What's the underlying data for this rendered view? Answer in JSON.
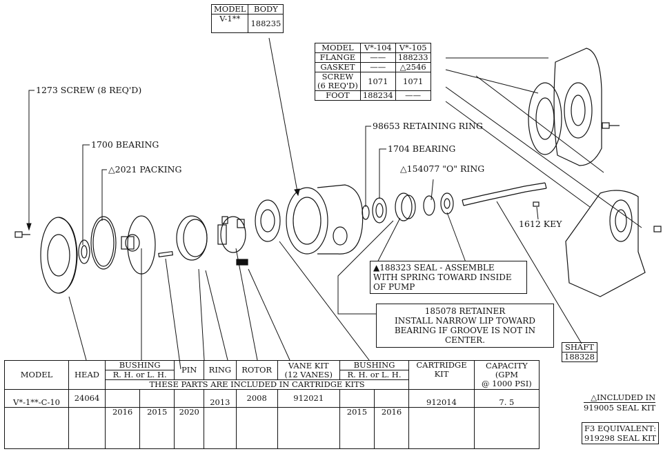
{
  "model_body_table": {
    "h_model": "MODEL",
    "h_body": "BODY",
    "model": "V-1**",
    "body": "188235"
  },
  "flange_table": {
    "headers": [
      "MODEL",
      "V*-104",
      "V*-105"
    ],
    "rows": [
      {
        "label": "FLANGE",
        "v104": "——",
        "v105": "188233"
      },
      {
        "label": "GASKET",
        "v104": "——",
        "v105": "△2546"
      },
      {
        "label_1": "SCREW",
        "label_2": "(6 REQ'D)",
        "v104": "1071",
        "v105": "1071"
      },
      {
        "label": "FOOT",
        "v104": "188234",
        "v105": "——"
      }
    ]
  },
  "callouts": {
    "screw": "1273 SCREW (8 REQ'D)",
    "bearing_1700": "1700 BEARING",
    "packing": "△2021 PACKING",
    "retaining_ring": "98653 RETAINING RING",
    "bearing_1704": "1704 BEARING",
    "o_ring": "△154077 \"O\" RING",
    "key": "1612 KEY"
  },
  "seal_note": {
    "line1": "▲188323 SEAL - ASSEMBLE",
    "line2": "WITH SPRING TOWARD INSIDE",
    "line3": "OF PUMP"
  },
  "retainer_note": {
    "line1": "185078 RETAINER",
    "line2": "INSTALL NARROW LIP TOWARD",
    "line3": "BEARING IF GROOVE IS NOT IN",
    "line4": "CENTER."
  },
  "shaft": {
    "label": "SHAFT",
    "part": "188328"
  },
  "parts_table": {
    "h_model": "MODEL",
    "h_head": "HEAD",
    "h_bushing": "BUSHING",
    "h_rh_lh": "R. H.  or  L. H.",
    "h_pin": "PIN",
    "h_ring": "RING",
    "h_rotor": "ROTOR",
    "h_vane_1": "VANE KIT",
    "h_vane_2": "(12 VANES)",
    "h_bushing_2": "BUSHING",
    "h_rh_lh_2": "R. H.  or  L. H.",
    "h_cart_1": "CARTRIDGE",
    "h_cart_2": "KIT",
    "h_cap_1": "CAPACITY",
    "h_cap_2": "(GPM",
    "h_cap_3": "@ 1000 PSI)",
    "included_note": "THESE PARTS ARE INCLUDED IN CARTRIDGE KITS",
    "model": "V*-1**-C-10",
    "head": "24064",
    "ring": "2013",
    "rotor": "2008",
    "vane_kit": "912021",
    "cartridge_kit": "912014",
    "capacity": "7. 5",
    "bushing_rh": "2016",
    "bushing_lh": "2015",
    "pin": "2020",
    "bushing2_rh": "2015",
    "bushing2_lh": "2016"
  },
  "side_notes": {
    "included_1": "△INCLUDED IN",
    "included_2": "919005 SEAL KIT",
    "f3_1": "F3 EQUIVALENT:",
    "f3_2": "919298 SEAL KIT"
  }
}
